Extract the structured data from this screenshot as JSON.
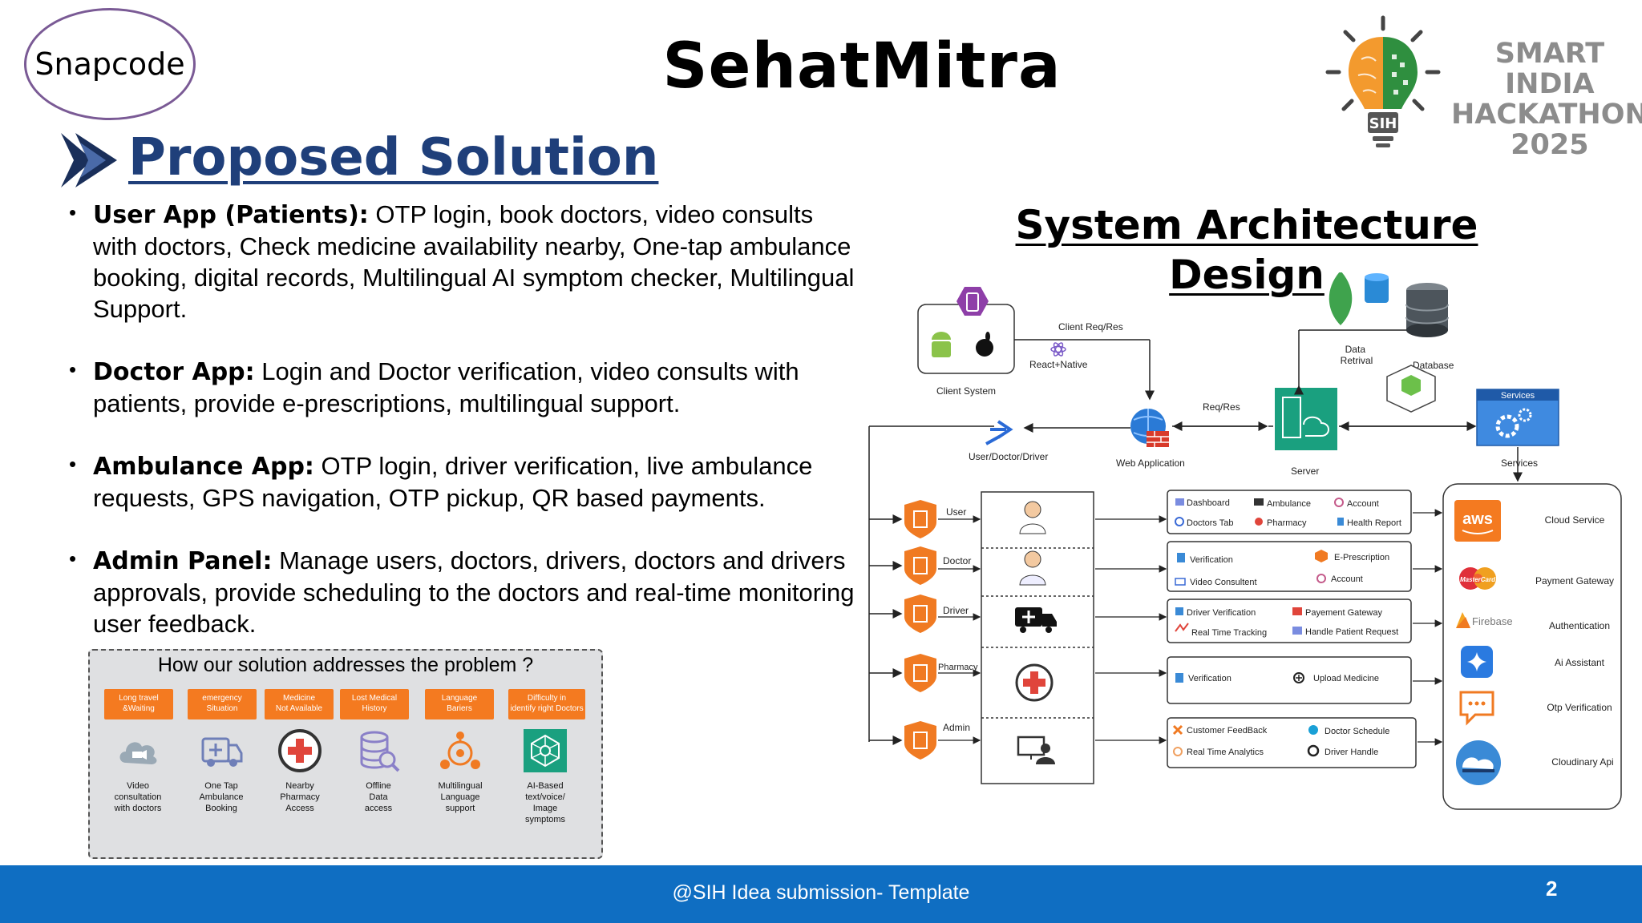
{
  "header": {
    "team_name": "Snapcode",
    "title": "SehatMitra",
    "logo_text": [
      "SMART INDIA",
      "HACKATHON",
      "2025"
    ],
    "logo_badge": "SIH"
  },
  "section_title": "Proposed Solution",
  "bullets": [
    {
      "label": "User App (Patients):",
      "text": " OTP login, book doctors, video consults with doctors, Check medicine availability nearby, One-tap ambulance booking, digital records, Multilingual AI symptom checker, Multilingual Support."
    },
    {
      "label": "Doctor App:",
      "text": " Login and Doctor verification, video consults with patients, provide e-prescriptions, multilingual support."
    },
    {
      "label": "Ambulance App:",
      "text": " OTP login, driver verification, live ambulance requests, GPS navigation, OTP pickup, QR based payments."
    },
    {
      "label": "Admin Panel:",
      "text": " Manage users, doctors, drivers, doctors and drivers approvals, provide scheduling to the doctors and real-time monitoring user feedback."
    }
  ],
  "problem": {
    "title": "How our solution addresses the problem ?",
    "tags": [
      [
        "Long travel",
        "&Waiting"
      ],
      [
        "emergency",
        "Situation"
      ],
      [
        "Medicine",
        "Not Available"
      ],
      [
        "Lost Medical",
        "History"
      ],
      [
        "Language",
        "Bariers"
      ],
      [
        "Difficulty in",
        "identify right Doctors"
      ]
    ],
    "solutions": [
      [
        "Video",
        "consultation",
        "with doctors"
      ],
      [
        "One Tap",
        "Ambulance",
        "Booking"
      ],
      [
        "Nearby",
        "Pharmacy",
        "Access"
      ],
      [
        "Offline",
        "Data",
        "access"
      ],
      [
        "Multilingual",
        "Language",
        "support"
      ],
      [
        "AI-Based",
        "text/voice/",
        "Image",
        "symptoms"
      ]
    ]
  },
  "architecture": {
    "title_line1": "System Architecture",
    "title_line2": "Design",
    "client_system": "Client System",
    "client_req": "Client Req/Res",
    "react_native": "React+Native",
    "user_doctor_driver": "User/Doctor/Driver",
    "web_application": "Web Application",
    "req_res": "Req/Res",
    "server": "Server",
    "data_retrival": [
      "Data",
      "Retrival"
    ],
    "database": "Database",
    "services_header": "Services",
    "services_label": "Services",
    "roles": [
      "User",
      "Doctor",
      "Driver",
      "Pharmacy",
      "Admin"
    ],
    "feature_boxes": [
      [
        "Dashboard",
        "Ambulance",
        "Account",
        "Doctors Tab",
        "Pharmacy",
        "Health Report"
      ],
      [
        "Verification",
        "E-Prescription",
        "Video Consultent",
        "Account"
      ],
      [
        "Driver Verification",
        "Payement Gateway",
        "Real Time Tracking",
        "Handle Patient Request"
      ],
      [
        "Verification",
        "Upload Medicine"
      ],
      [
        "Customer FeedBack",
        "Doctor Schedule",
        "Real Time Analytics",
        "Driver Handle"
      ]
    ],
    "services": [
      "Cloud Service",
      "Payment Gateway",
      "Authentication",
      "Ai Assistant",
      "Otp Verification",
      "Cloudinary Api"
    ],
    "service_logos": [
      "aws",
      "MasterCard",
      "Firebase"
    ]
  },
  "footer": {
    "text": "@SIH Idea submission- Template",
    "page": "2"
  }
}
